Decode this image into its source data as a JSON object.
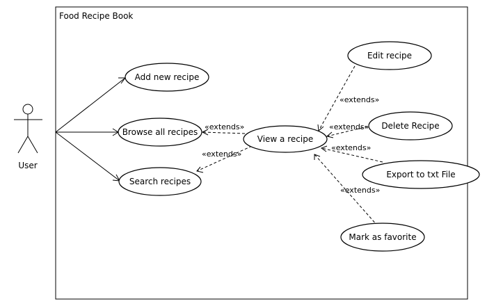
{
  "system": {
    "title": "Food Recipe Book"
  },
  "actor": {
    "name": "User"
  },
  "use_cases": {
    "add_new": "Add new recipe",
    "browse_all": "Browse all recipes",
    "search": "Search recipes",
    "view": "View a recipe",
    "edit": "Edit recipe",
    "delete": "Delete Recipe",
    "export": "Export to txt File",
    "favorite": "Mark as favorite"
  },
  "relations": {
    "view_to_browse": "«extends»",
    "view_to_search": "«extends»",
    "edit_to_view": "«extends»",
    "delete_to_view": "«extends»",
    "export_to_view": "«extends»",
    "favorite_to_view": "«extends»"
  }
}
